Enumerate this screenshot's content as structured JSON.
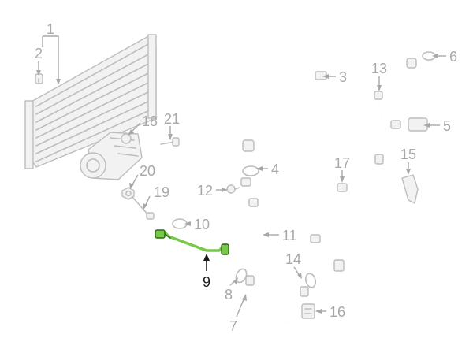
{
  "diagram": {
    "callouts": {
      "c1": "1",
      "c2": "2",
      "c3": "3",
      "c4": "4",
      "c5": "5",
      "c6": "6",
      "c7": "7",
      "c8": "8",
      "c9": "9",
      "c10": "10",
      "c11": "11",
      "c12": "12",
      "c13": "13",
      "c14": "14",
      "c15": "15",
      "c16": "16",
      "c17": "17",
      "c18": "18",
      "c19": "19",
      "c20": "20",
      "c21": "21"
    },
    "highlighted_part": "9",
    "colors": {
      "highlight_fill": "#78c84a",
      "highlight_stroke": "#2f6a12",
      "part_stroke": "#bdbdbd",
      "callout_text": "#a8a8a8"
    }
  }
}
